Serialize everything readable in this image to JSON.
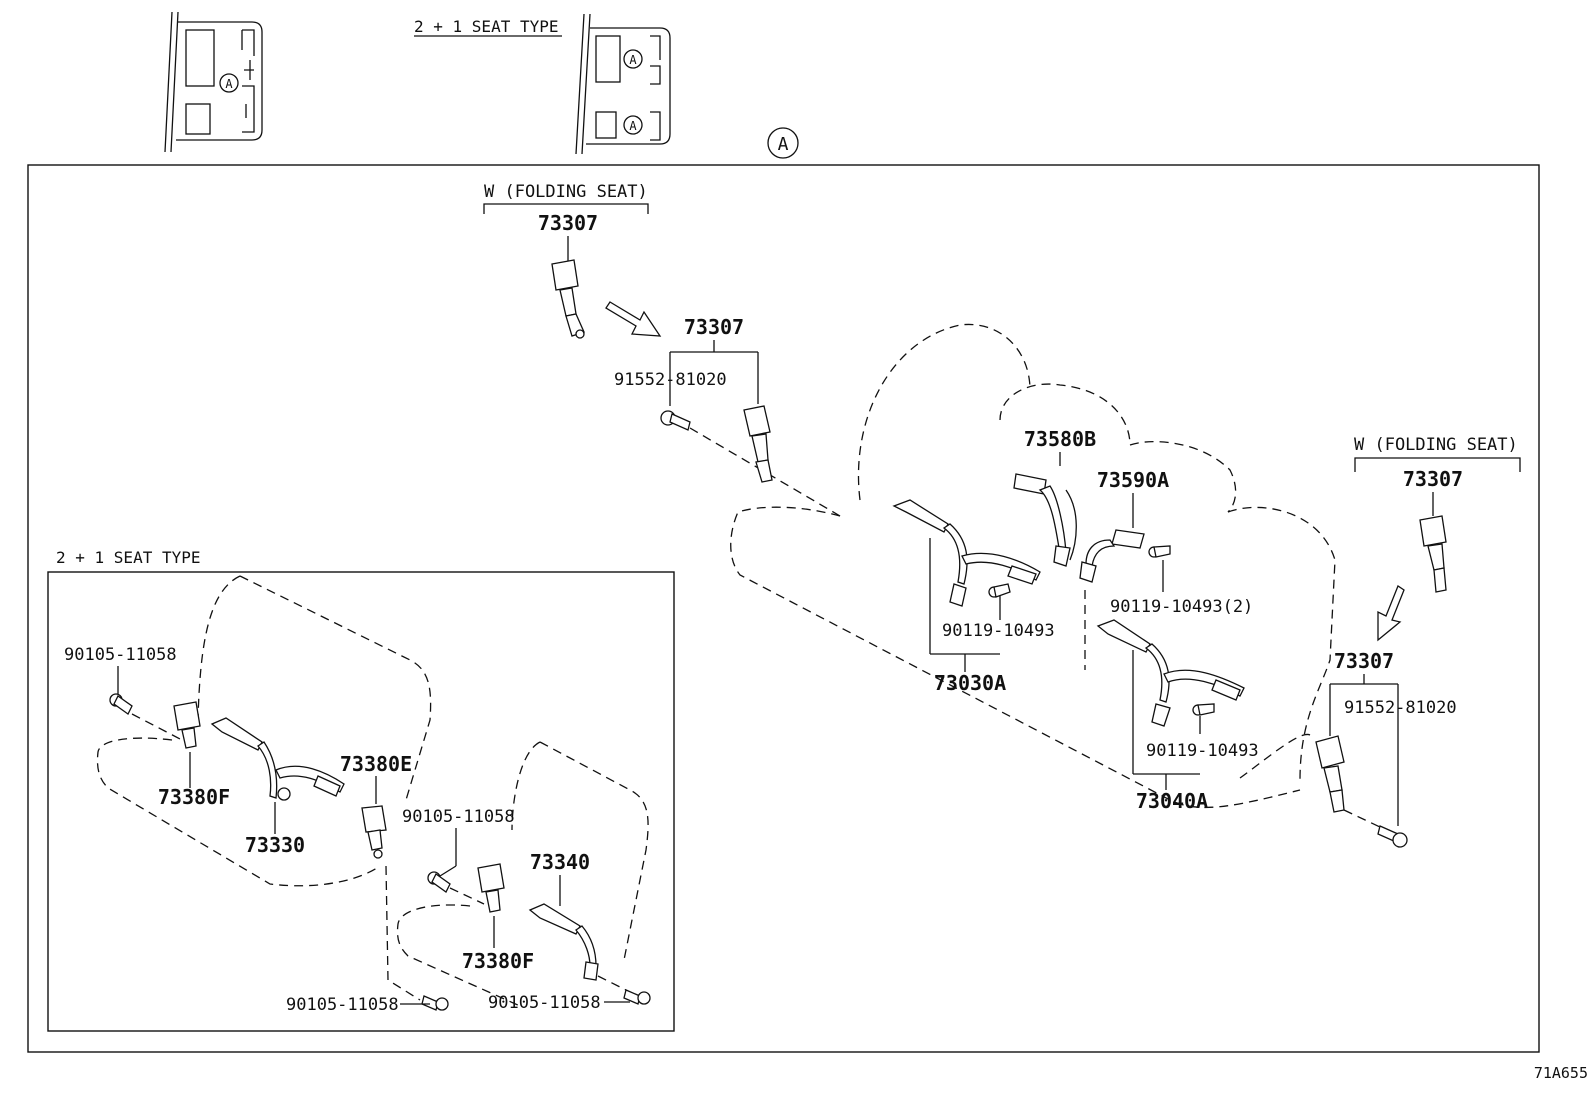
{
  "header": {
    "seat_type_label": "2 + 1 SEAT TYPE",
    "view_marker": "A"
  },
  "main": {
    "view_label": "A",
    "left_group": {
      "condition": "W (FOLDING SEAT)",
      "part": "73307"
    },
    "center_group": {
      "part": "73307",
      "bolt": "91552-81020"
    },
    "right_group": {
      "condition": "W (FOLDING SEAT)",
      "part": "73307"
    },
    "right_lower_group": {
      "part": "73307",
      "bolt": "91552-81020"
    },
    "bench": {
      "buckle_73580": "73580B",
      "buckle_73590": "73590A",
      "bolt_left": "90119-10493",
      "bolt_right_qty": "90119-10493(2)",
      "bolt_lower": "90119-10493",
      "belt_left": "73030A",
      "belt_right": "73040A"
    }
  },
  "inset": {
    "title": "2 + 1 SEAT TYPE",
    "bolts": [
      "90105-11058",
      "90105-11058",
      "90105-11058",
      "90105-11058"
    ],
    "parts": {
      "buckle_left": "73380F",
      "belt_left": "73330",
      "buckle_e": "73380E",
      "belt_right": "73340",
      "buckle_right": "73380F"
    }
  },
  "footer": {
    "illustration_code": "71A655"
  }
}
